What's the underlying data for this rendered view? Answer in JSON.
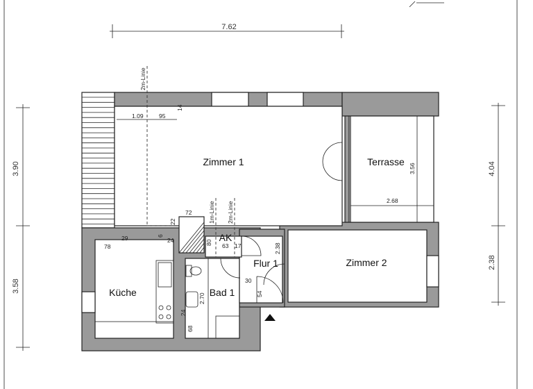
{
  "rooms": {
    "zimmer1": "Zimmer 1",
    "terrasse": "Terrasse",
    "zimmer2": "Zimmer 2",
    "kueche": "Küche",
    "bad1": "Bad 1",
    "flur1": "Flur 1",
    "ak": "AK"
  },
  "overall_dimensions": {
    "top_width": "7.62",
    "left_upper": "3.90",
    "left_lower": "3.58",
    "right_upper": "4.04",
    "right_lower": "2.38"
  },
  "inner_dimensions": {
    "z1_a": "1.09",
    "z1_b": "95",
    "z1_wall": "14",
    "line_2m_top": "2m-Linie",
    "stair_72": "72",
    "stair_22": "22",
    "line_1m_ak": "1m-Linie",
    "line_2m_ak": "2m-Linie",
    "k_29": "29",
    "k_78": "78",
    "k_6": "6",
    "k_24": "24",
    "ak_80": "80",
    "ak_63": "63",
    "ak_17": "17",
    "flur_238": "2.38",
    "bad_270": "2.70",
    "flur_30": "30",
    "flur_54": "54",
    "bad_24": "24",
    "bad_68": "68",
    "terrasse_356": "3.56",
    "terrasse_268": "2.68"
  },
  "colors": {
    "wall": "#9a9a9a",
    "line": "#222222"
  }
}
